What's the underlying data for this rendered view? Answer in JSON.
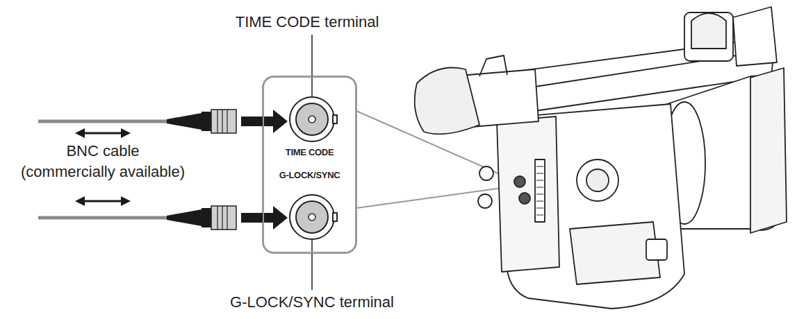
{
  "diagram": {
    "nodes": [
      {
        "text": [
          "TIME CODE",
          "G-LOCK/SYNC"
        ]
      }
    ],
    "labels": [
      "TIME CODE terminal",
      "BNC cable (commercially available)",
      "G-LOCK/SYNC terminal"
    ]
  }
}
